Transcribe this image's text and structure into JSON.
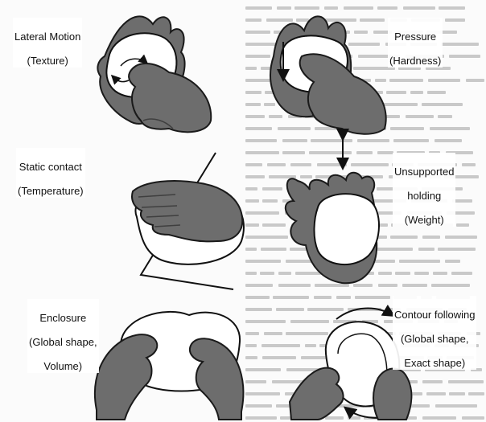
{
  "figure": {
    "panels": [
      {
        "id": "lateral-motion",
        "label_line1": "Lateral Motion",
        "label_line2": "(Texture)"
      },
      {
        "id": "pressure",
        "label_line1": "Pressure",
        "label_line2": "(Hardness)"
      },
      {
        "id": "static-contact",
        "label_line1": "Static contact",
        "label_line2": "(Temperature)"
      },
      {
        "id": "unsupported-holding",
        "label_line1": "Unsupported",
        "label_line2": "holding",
        "label_line3": "(Weight)"
      },
      {
        "id": "enclosure",
        "label_line1": "Enclosure",
        "label_line2": "(Global shape,",
        "label_line3": "Volume)"
      },
      {
        "id": "contour-following",
        "label_line1": "Contour following",
        "label_line2": "(Global shape,",
        "label_line3": "Exact shape)"
      }
    ]
  },
  "colors": {
    "hand": "#6d6d6d",
    "hand_dark": "#3f3f3f",
    "outline": "#1a1a1a",
    "background_text": "#b5b5b5"
  }
}
